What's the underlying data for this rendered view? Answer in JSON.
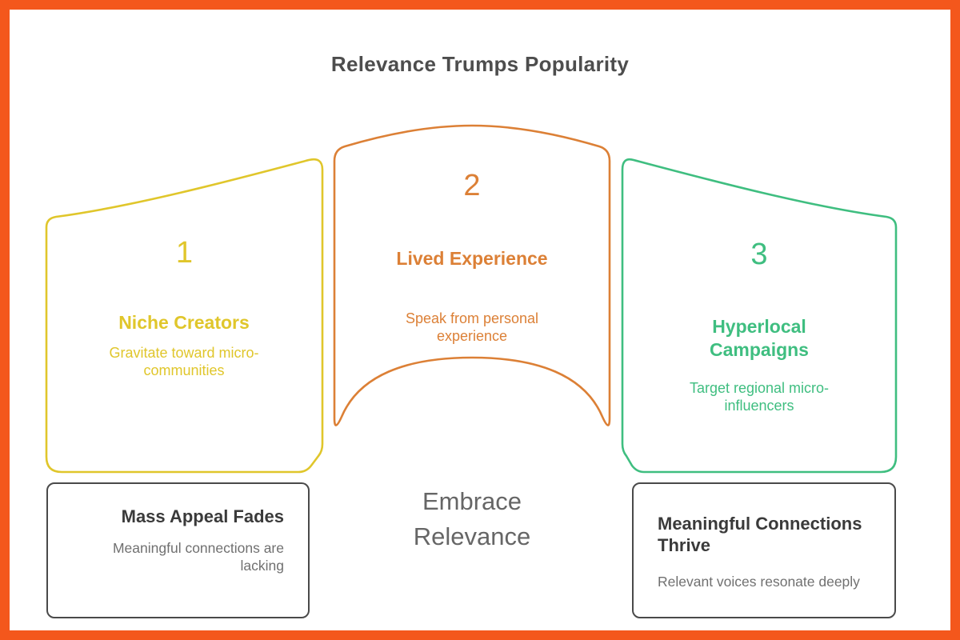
{
  "title": "Relevance Trumps Popularity",
  "colors": {
    "frame": "#F4571C",
    "yellow": "#E0C62B",
    "orange": "#DC8036",
    "green": "#3FBE80",
    "title_text": "#4D4D4D",
    "callout_border": "#4A4A4A",
    "callout_title": "#3A3A3A",
    "callout_desc": "#707070",
    "center_text": "#666666"
  },
  "steps": [
    {
      "number": "1",
      "heading": "Niche Creators",
      "description": "Gravitate toward micro-communities"
    },
    {
      "number": "2",
      "heading": "Lived Experience",
      "description": "Speak from personal experience"
    },
    {
      "number": "3",
      "heading": "Hyperlocal Campaigns",
      "description": "Target regional micro-influencers"
    }
  ],
  "center_label": "Embrace Relevance",
  "callouts": [
    {
      "heading": "Mass Appeal Fades",
      "description": "Meaningful connections are lacking"
    },
    {
      "heading": "Meaningful Connections Thrive",
      "description": "Relevant voices resonate deeply"
    }
  ]
}
